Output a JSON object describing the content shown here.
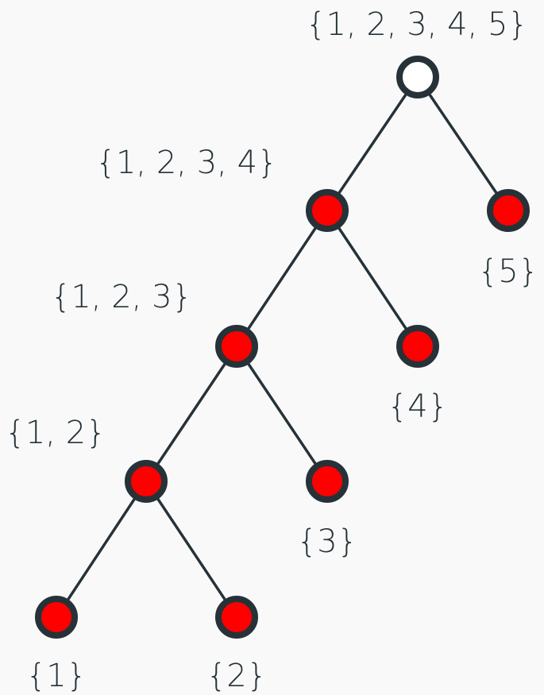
{
  "diagram": {
    "type": "binary-tree",
    "colors": {
      "edge": "#263238",
      "node_stroke": "#263238",
      "node_fill_root": "#ffffff",
      "node_fill": "#ff0000",
      "text": "#263238",
      "background": "#f9f9f9"
    },
    "nodes": [
      {
        "id": "root",
        "label": "{1, 2, 3, 4, 5}"
      },
      {
        "id": "n1234",
        "label": "{1, 2, 3, 4}"
      },
      {
        "id": "n5",
        "label": "{5}"
      },
      {
        "id": "n123",
        "label": "{1, 2, 3}"
      },
      {
        "id": "n4",
        "label": "{4}"
      },
      {
        "id": "n12",
        "label": "{1, 2}"
      },
      {
        "id": "n3",
        "label": "{3}"
      },
      {
        "id": "n1",
        "label": "{1}"
      },
      {
        "id": "n2",
        "label": "{2}"
      }
    ],
    "edges": [
      [
        "root",
        "n1234"
      ],
      [
        "root",
        "n5"
      ],
      [
        "n1234",
        "n123"
      ],
      [
        "n1234",
        "n4"
      ],
      [
        "n123",
        "n12"
      ],
      [
        "n123",
        "n3"
      ],
      [
        "n12",
        "n1"
      ],
      [
        "n12",
        "n2"
      ]
    ]
  }
}
